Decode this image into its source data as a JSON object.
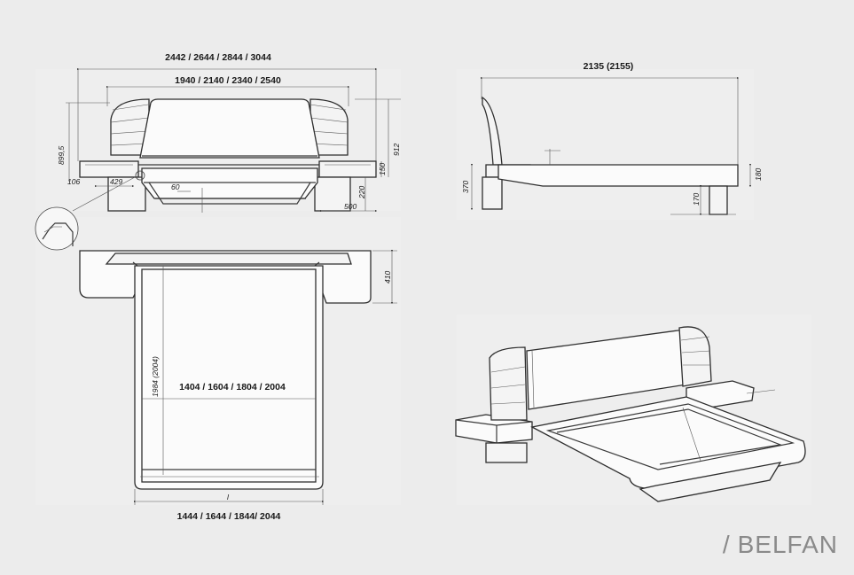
{
  "dimensions": {
    "overall_width": "2442 / 2644 / 2844 / 3044",
    "headboard_width": "1940 / 2140 / 2340 / 2540",
    "height_left": "899,5",
    "height_right": "912",
    "nightstand_height": "150",
    "leg_height": "220",
    "nightstand_depth": "500",
    "side_offset": "429",
    "small_offset": "106",
    "angle": "60",
    "length": "2135 (2155)",
    "side_height": "370",
    "frame_height": "180",
    "leg_side": "170",
    "plan_depth": "410",
    "inner_length": "1984 (2004)",
    "mattress_width": "1404 / 1604  / 1804 / 2004",
    "outer_width": "1444 / 1644  / 1844/ 2044",
    "dim_l": "l"
  },
  "brand": {
    "name": "BELFAN",
    "slash": "/"
  }
}
